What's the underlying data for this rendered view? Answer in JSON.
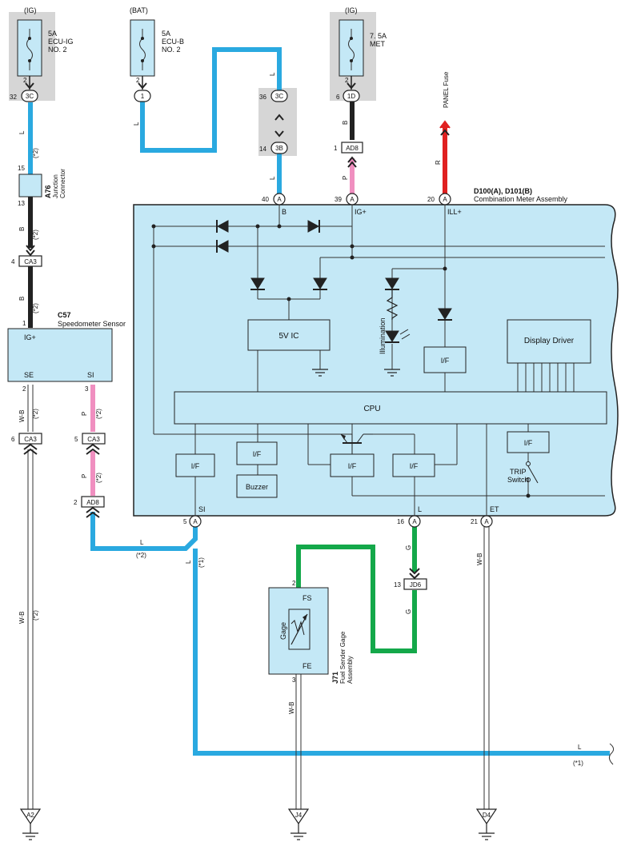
{
  "fuses": [
    {
      "supply": "(IG)",
      "rating": "5A",
      "name1": "ECU-IG",
      "name2": "NO. 2"
    },
    {
      "supply": "(BAT)",
      "rating": "5A",
      "name1": "ECU-B",
      "name2": "NO. 2"
    },
    {
      "supply": "(IG)",
      "rating": "7. 5A",
      "name1": "MET",
      "name2": ""
    }
  ],
  "panel_fuse": "PANEL Fuse",
  "connectors": {
    "c_3c_left": "3C",
    "c_1": "1",
    "c_3c_mid": "3C",
    "c_3b": "3B",
    "c_1d": "1D",
    "ad8_top": "AD8",
    "ca3_1": "CA3",
    "ca3_2": "CA3",
    "ca3_3": "CA3",
    "ad8_bottom": "AD8",
    "jd6": "JD6",
    "a": "A"
  },
  "pins": {
    "p2a": "2",
    "p32": "32",
    "p2b": "2",
    "p36": "36",
    "p14": "14",
    "p2c": "2",
    "p6": "6",
    "p1": "1",
    "p15": "15",
    "p13": "13",
    "p4": "4",
    "p1b": "1",
    "p2d": "2",
    "p3": "3",
    "p6b": "6",
    "p5": "5",
    "p2e": "2",
    "p40": "40",
    "p39": "39",
    "p20": "20",
    "p5b": "5",
    "p16": "16",
    "p21": "21",
    "p13b": "13",
    "p2f": "2",
    "p3b": "3"
  },
  "wires": {
    "L": "L",
    "B": "B",
    "P": "P",
    "R": "R",
    "G": "G",
    "WB": "W-B",
    "n2": "(*2)",
    "n1": "(*1)"
  },
  "junction": {
    "id": "A76",
    "name1": "Junction",
    "name2": "Connector"
  },
  "sensor": {
    "id": "C57",
    "name": "Speedometer Sensor",
    "ig": "IG+",
    "se": "SE",
    "si": "SI"
  },
  "meter": {
    "id": "D100(A), D101(B)",
    "name": "Combination Meter Assembly",
    "t_b": "B",
    "t_ig": "IG+",
    "t_ill": "ILL+",
    "t_si": "SI",
    "t_l": "L",
    "t_et": "ET",
    "ic": "5V IC",
    "illum": "Illumination",
    "if": "I/F",
    "display": "Display Driver",
    "cpu": "CPU",
    "buzzer": "Buzzer",
    "trip1": "TRIP",
    "trip2": "Switch"
  },
  "fuel": {
    "id": "J71",
    "name1": "Fuel Sender Gage",
    "name2": "Assembly",
    "fs": "FS",
    "fe": "FE",
    "gage": "Gage"
  },
  "grounds": [
    "A2",
    "J4",
    "D4"
  ],
  "colors": {
    "L": "#2aa9e0",
    "B": "#222222",
    "P": "#f08fc0",
    "R": "#e02020",
    "G": "#14a84a",
    "WB": "#ffffff",
    "fill": "#c4e8f6",
    "shade": "#d6d6d6"
  }
}
